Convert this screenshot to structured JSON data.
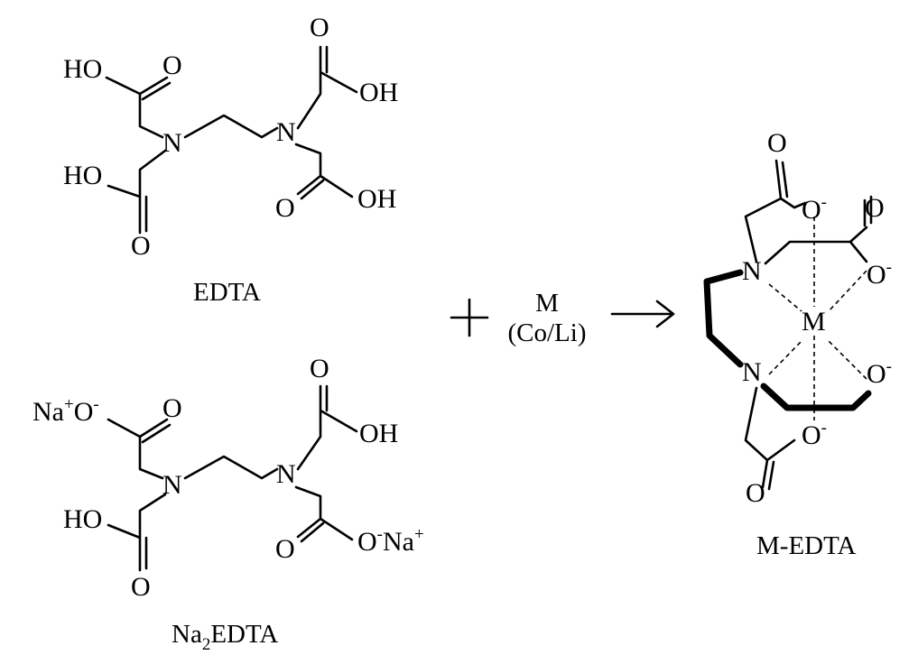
{
  "atoms": {
    "HO": "HO",
    "OH": "OH",
    "O": "O",
    "N": "N",
    "M": "M",
    "Na": "Na",
    "plus": "+",
    "minus": "-"
  },
  "labels": {
    "edta": "EDTA",
    "na2edta_na": "Na",
    "na2edta_sub": "2",
    "na2edta_rest": "EDTA",
    "medta": "M-EDTA"
  },
  "reaction": {
    "plus": "+",
    "reagent_line1": "M",
    "reagent_line2": "(Co/Li)",
    "arrow": "→"
  }
}
